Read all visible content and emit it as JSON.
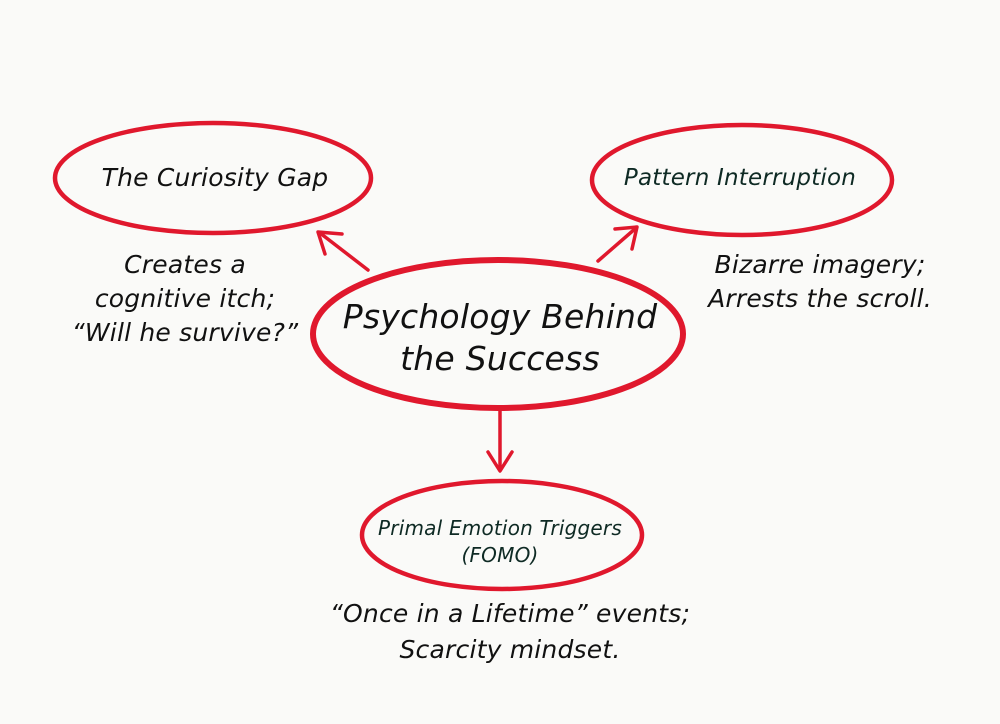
{
  "diagram": {
    "type": "mind-map",
    "accent_color": "#e0182d",
    "center": {
      "label_line1": "Psychology Behind",
      "label_line2": "the Success"
    },
    "branches": [
      {
        "id": "curiosity",
        "label": "The Curiosity Gap",
        "note_lines": [
          "Creates a",
          "cognitive itch;",
          "“Will he survive?”"
        ]
      },
      {
        "id": "pattern",
        "label": "Pattern Interruption",
        "note_lines": [
          "Bizarre imagery;",
          "Arrests the scroll."
        ]
      },
      {
        "id": "primal",
        "label_line1": "Primal Emotion Triggers",
        "label_line2": "(FOMO)",
        "note_lines": [
          "“Once in a Lifetime” events;",
          "Scarcity mindset."
        ]
      }
    ]
  }
}
